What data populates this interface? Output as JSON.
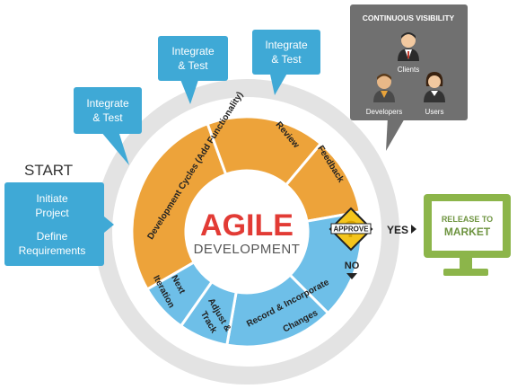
{
  "start": {
    "heading": "START",
    "line1": "Initiate",
    "line2": "Project",
    "line3": "Define",
    "line4": "Requirements"
  },
  "callouts": {
    "integrate_1": {
      "line1": "Integrate",
      "line2": "& Test"
    },
    "integrate_2": {
      "line1": "Integrate",
      "line2": "& Test"
    },
    "integrate_3": {
      "line1": "Integrate",
      "line2": "& Test"
    }
  },
  "visibility": {
    "title": "CONTINUOUS VISIBILITY",
    "clients": "Clients",
    "developers": "Developers",
    "users": "Users"
  },
  "center": {
    "title": "AGILE",
    "subtitle": "DEVELOPMENT"
  },
  "segments": {
    "dev_cycles": "Development Cycles (Add Functionality)",
    "review": "Review",
    "feedback": "Feedback",
    "record_1": "Record & Incorporate",
    "record_2": "Changes",
    "adjust_1": "Adjust &",
    "adjust_2": "Track",
    "next_1": "Next",
    "next_2": "Iteration"
  },
  "decision": {
    "approve": "APPROVE",
    "question": "?",
    "yes": "YES",
    "no": "NO"
  },
  "release": {
    "line1": "RELEASE TO",
    "line2": "MARKET"
  },
  "colors": {
    "orange": "#EDA33A",
    "blue": "#6EBFE8",
    "callout": "#3FA9D6",
    "start_box": "#3FA9D6",
    "gray_ring": "#E3E3E3",
    "panel": "#707070",
    "red": "#E23B35",
    "monitor": "#8CB54A",
    "yellow": "#F4C51C"
  }
}
